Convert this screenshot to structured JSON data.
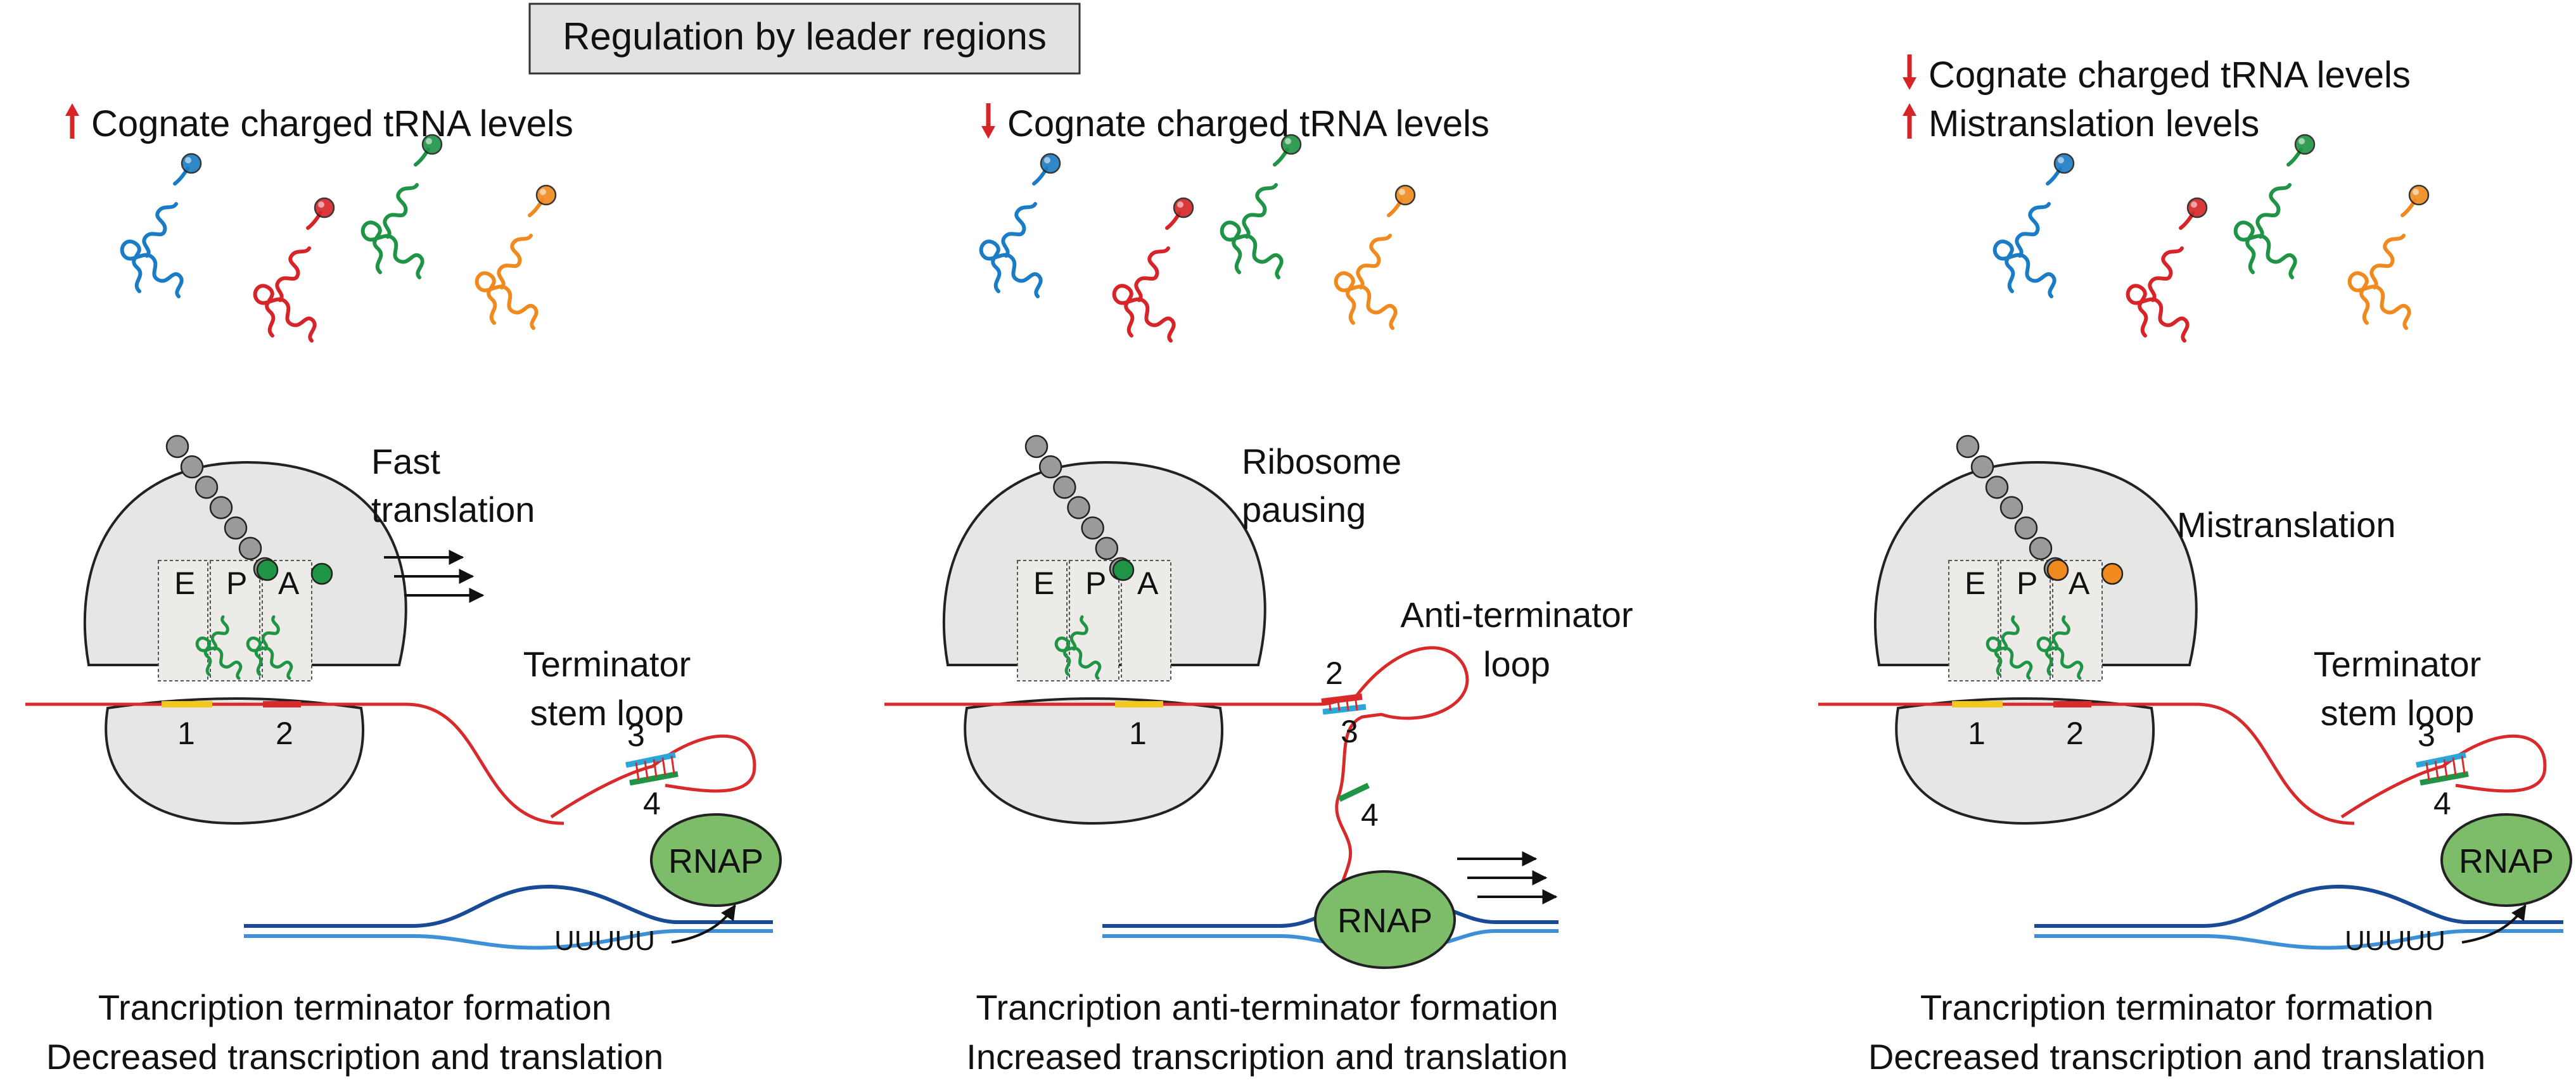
{
  "title": "Regulation by leader regions",
  "colors": {
    "trna": [
      "#1a7cc4",
      "#d62428",
      "#1e9444",
      "#f08a1e"
    ],
    "mrna": "#d82a2a",
    "dna_dark": "#184a96",
    "dna_light": "#3d8fd8",
    "ribosome": "#e6e6e4",
    "rnap": "#7dbd6a",
    "chain_bead": "#9a9a9a",
    "segment1": "#f2c81e",
    "segment3": "#2aa7d8",
    "segment4": "#1e9444",
    "arrow_up_down": "#d62428"
  },
  "panels": [
    {
      "header": [
        "Cognate charged tRNA levels"
      ],
      "header_arrows": [
        "up"
      ],
      "ribosome_sites": [
        "E",
        "P",
        "A"
      ],
      "action_label": [
        "Fast",
        "translation"
      ],
      "loop_label": [
        "Terminator",
        "stem loop"
      ],
      "segment_labels": [
        "1",
        "2",
        "3",
        "4"
      ],
      "uuuu": "UUUUU",
      "rnap_label": "RNAP",
      "caption": [
        "Trancription terminator formation",
        "Decreased transcription and translation"
      ]
    },
    {
      "header": [
        "Cognate charged tRNA levels"
      ],
      "header_arrows": [
        "down"
      ],
      "ribosome_sites": [
        "E",
        "P",
        "A"
      ],
      "action_label": [
        "Ribosome",
        "pausing"
      ],
      "loop_label": [
        "Anti-terminator",
        "loop"
      ],
      "segment_labels": [
        "1",
        "2",
        "3",
        "4"
      ],
      "rnap_label": "RNAP",
      "caption": [
        "Trancription anti-terminator formation",
        "Increased transcription and translation"
      ]
    },
    {
      "header": [
        "Cognate charged tRNA levels",
        "Mistranslation levels"
      ],
      "header_arrows": [
        "down",
        "up"
      ],
      "ribosome_sites": [
        "E",
        "P",
        "A"
      ],
      "action_label": [
        "Mistranslation"
      ],
      "loop_label": [
        "Terminator",
        "stem loop"
      ],
      "segment_labels": [
        "1",
        "2",
        "3",
        "4"
      ],
      "uuuu": "UUUUU",
      "rnap_label": "RNAP",
      "caption": [
        "Trancription terminator formation",
        "Decreased transcription and translation"
      ]
    }
  ]
}
